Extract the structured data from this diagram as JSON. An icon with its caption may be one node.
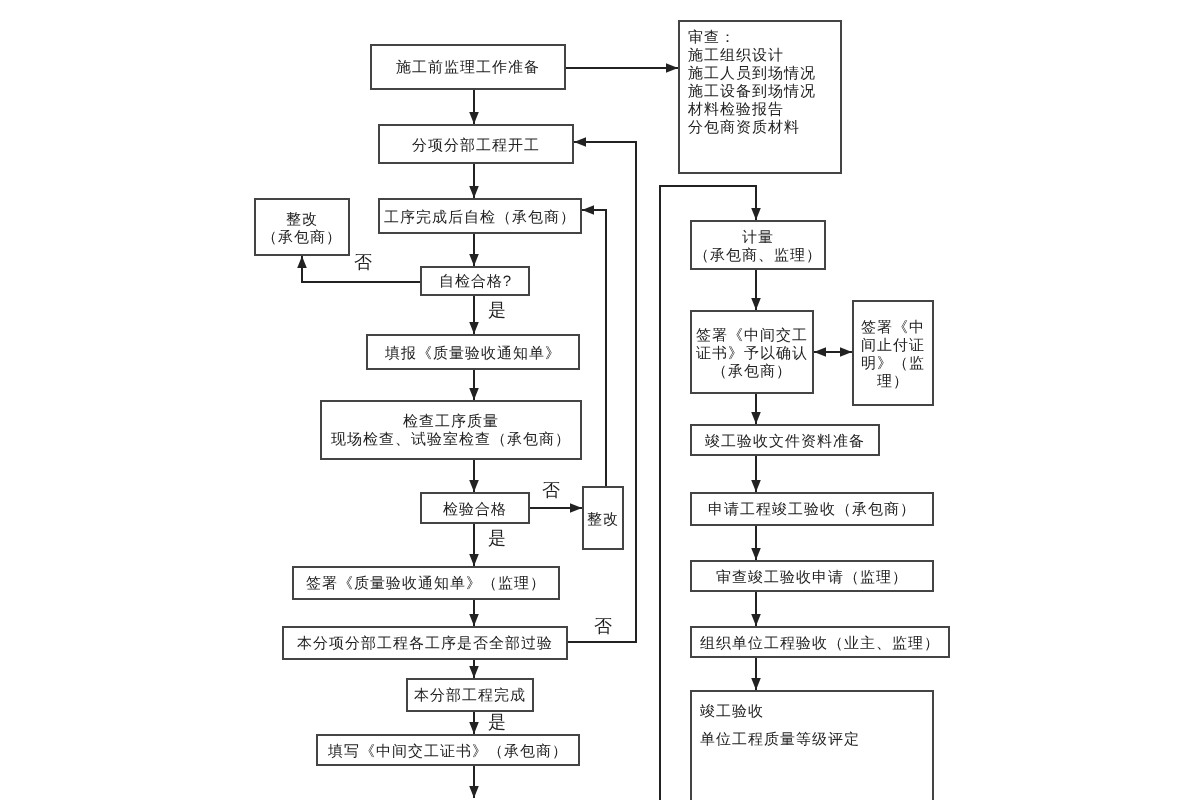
{
  "diagram": {
    "nodes": [
      {
        "text": [
          "施工前监理工作准备"
        ]
      },
      {
        "text": [
          "审查：",
          "施工组织设计",
          "施工人员到场情况",
          "施工设备到场情况",
          "材料检验报告",
          "分包商资质材料"
        ]
      },
      {
        "text": [
          "分项分部工程开工"
        ]
      },
      {
        "text": [
          "整改",
          "（承包商）"
        ]
      },
      {
        "text": [
          "工序完成后自检（承包商）"
        ]
      },
      {
        "text": [
          "自检合格?"
        ]
      },
      {
        "text": [
          "填报《质量验收通知单》"
        ]
      },
      {
        "text": [
          "检查工序质量",
          "现场检查、试验室检查（承包商）"
        ]
      },
      {
        "text": [
          "检验合格"
        ]
      },
      {
        "text": [
          "整改"
        ]
      },
      {
        "text": [
          "签署《质量验收通知单》（监理）"
        ]
      },
      {
        "text": [
          "本分项分部工程各工序是否全部过验"
        ]
      },
      {
        "text": [
          "本分部工程完成"
        ]
      },
      {
        "text": [
          "填写《中间交工证书》（承包商）"
        ]
      },
      {
        "text": [
          "计量",
          "（承包商、监理）"
        ]
      },
      {
        "text": [
          "签署《中间交工证书》予以确认（承包商）"
        ]
      },
      {
        "text": [
          "签署《中间止付证明》（监理）"
        ]
      },
      {
        "text": [
          "竣工验收文件资料准备"
        ]
      },
      {
        "text": [
          "申请工程竣工验收（承包商）"
        ]
      },
      {
        "text": [
          "审查竣工验收申请（监理）"
        ]
      },
      {
        "text": [
          "组织单位工程验收（业主、监理）"
        ]
      },
      {
        "text": [
          "竣工验收",
          "单位工程质量等级评定"
        ]
      }
    ],
    "edges": [
      {
        "from": 0,
        "to": 2,
        "arrow": "to"
      },
      {
        "from": 0,
        "to": 1,
        "arrow": "to"
      },
      {
        "from": 2,
        "to": 4,
        "arrow": "to"
      },
      {
        "from": 4,
        "to": 5,
        "arrow": "to"
      },
      {
        "from": 5,
        "to": 3,
        "arrow": "to",
        "label": "否"
      },
      {
        "from": 5,
        "to": 6,
        "arrow": "to",
        "label": "是"
      },
      {
        "from": 6,
        "to": 7,
        "arrow": "to"
      },
      {
        "from": 7,
        "to": 8,
        "arrow": "to"
      },
      {
        "from": 8,
        "to": 9,
        "arrow": "to",
        "label": "否"
      },
      {
        "from": 8,
        "to": 10,
        "arrow": "to",
        "label": "是"
      },
      {
        "from": 9,
        "to": 4,
        "arrow": "to"
      },
      {
        "from": 10,
        "to": 11,
        "arrow": "to"
      },
      {
        "from": 11,
        "to": 2,
        "arrow": "to",
        "label": "否"
      },
      {
        "from": 11,
        "to": 12,
        "arrow": "to"
      },
      {
        "from": 12,
        "to": 13,
        "arrow": "to",
        "label": "是"
      },
      {
        "from": 13,
        "to": null,
        "arrow": "to"
      },
      {
        "from": null,
        "to": 14,
        "arrow": "to"
      },
      {
        "from": 14,
        "to": 15,
        "arrow": "to"
      },
      {
        "from": 15,
        "to": 16,
        "arrow": "both"
      },
      {
        "from": 15,
        "to": 17,
        "arrow": "to"
      },
      {
        "from": 17,
        "to": 18,
        "arrow": "to"
      },
      {
        "from": 18,
        "to": 19,
        "arrow": "to"
      },
      {
        "from": 19,
        "to": 20,
        "arrow": "to"
      },
      {
        "from": 20,
        "to": 21,
        "arrow": "to"
      }
    ]
  }
}
